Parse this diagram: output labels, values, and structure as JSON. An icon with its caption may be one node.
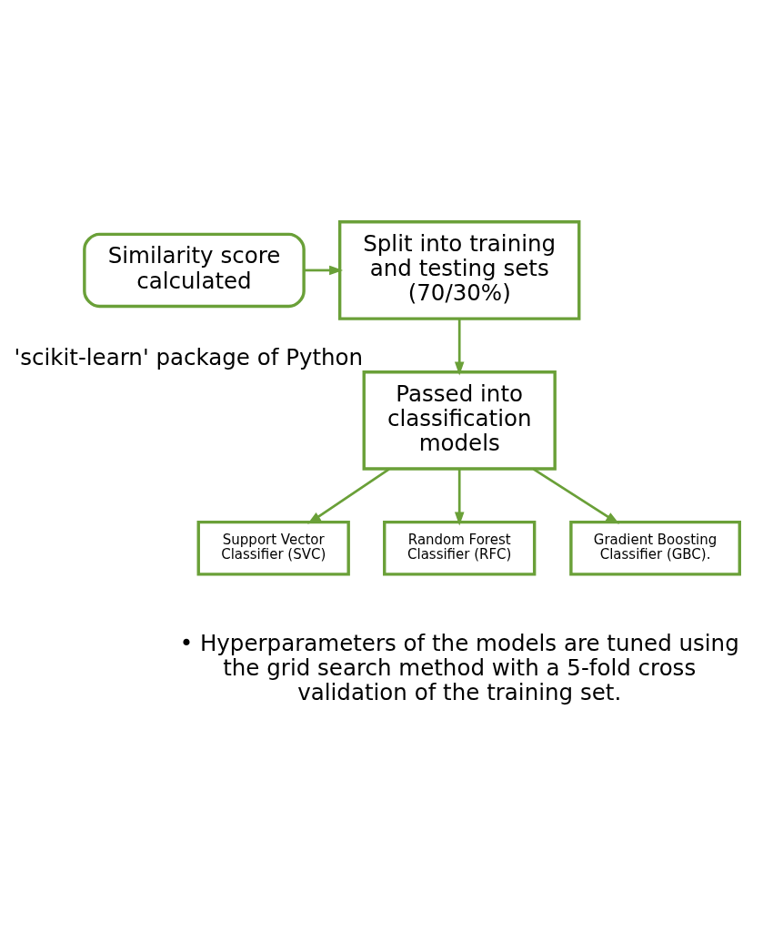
{
  "diagram": {
    "nodes": [
      {
        "text": [
          "Similarity score calculated"
        ]
      },
      {
        "text": [
          "Split into training and testing sets (70/30%)"
        ]
      },
      {
        "text": [
          "Passed into classification models"
        ],
        "beside": [
          "'scikit-learn' package of Python"
        ]
      },
      {
        "text": [
          "Support Vector Classifier (SVC)"
        ]
      },
      {
        "text": [
          "Random Forest Classifier (RFC)"
        ]
      },
      {
        "text": [
          "Gradient Boosting Classifier (GBC)."
        ]
      }
    ],
    "edges": [
      {
        "from": 0,
        "to": 1,
        "arrow": "to"
      },
      {
        "from": 1,
        "to": 2,
        "arrow": "to"
      },
      {
        "from": 2,
        "to": 3,
        "arrow": "to"
      },
      {
        "from": 2,
        "to": 4,
        "arrow": "to"
      },
      {
        "from": 2,
        "to": 5,
        "arrow": "to"
      }
    ],
    "labels": [
      "• Hyperparameters of the models are tuned using the grid search method with a 5-fold cross validation of the training set."
    ]
  }
}
